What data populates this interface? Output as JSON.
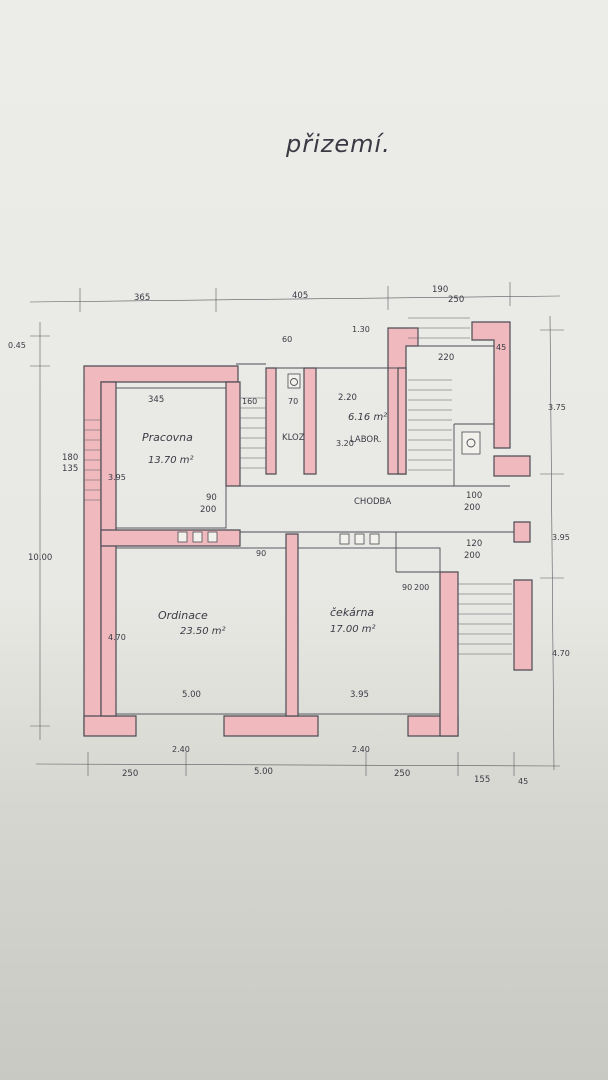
{
  "drawing": {
    "title": "přizemí.",
    "rooms": [
      {
        "id": "pracovna",
        "name": "Pracovna",
        "area": "13.70 m²"
      },
      {
        "id": "klozet",
        "name": "KLOZ",
        "area": ""
      },
      {
        "id": "labor",
        "name": "LABOR.",
        "area": "6.16 m²"
      },
      {
        "id": "chodba",
        "name": "CHODBA",
        "area": ""
      },
      {
        "id": "ordinace",
        "name": "Ordinace",
        "area": "23.50 m²"
      },
      {
        "id": "cekarna",
        "name": "čekárna",
        "area": "17.00 m²"
      }
    ],
    "dims": {
      "top_365": "365",
      "top_405": "405",
      "top_190": "190",
      "top_250": "250",
      "top_220": "220",
      "w_345": "345",
      "d_220": "2.20",
      "d_130": "1.30",
      "left_045": "0.45",
      "left_180": "180",
      "left_135": "135",
      "left_1000": "10.00",
      "left_395": "3.95",
      "left_470": "4.70",
      "bottom_250a": "250",
      "bottom_500": "5.00",
      "bottom_250b": "250",
      "bottom_155": "155",
      "bottom_45": "45",
      "inner_500": "5.00",
      "inner_395": "3.95",
      "right_375": "3.75",
      "right_395": "3.95",
      "right_470": "4.70",
      "door_90_200a": "90",
      "door_90_200a_h": "200",
      "door_100_200": "100",
      "door_100_200_h": "200",
      "door_120_200": "120",
      "door_120_200_h": "200",
      "door_90_200b": "90",
      "door_90_200c": "90",
      "door_200b": "200",
      "small_60": "60",
      "small_160": "160",
      "small_70": "70",
      "small_45": "45",
      "labor_320": "3.20",
      "w_240a": "2.40",
      "w_240b": "2.40"
    }
  }
}
